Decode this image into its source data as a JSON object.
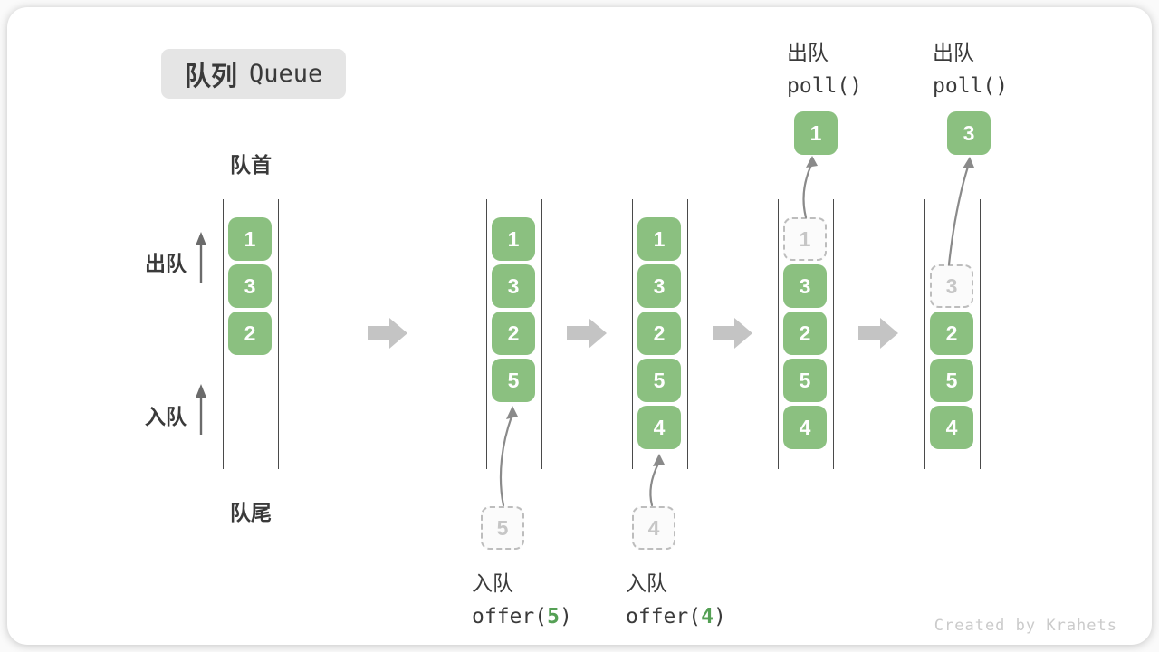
{
  "title": {
    "zh": "队列",
    "en": "Queue"
  },
  "labels": {
    "front": "队首",
    "rear": "队尾",
    "dequeue": "出队",
    "enqueue": "入队"
  },
  "colors": {
    "box_green": "#8bc080",
    "code_arg_green": "#55a055",
    "ghost_gray": "#bdbdbd",
    "line_gray": "#4a4a4a",
    "flow_arrow_gray": "#c4c4c4"
  },
  "states": [
    {
      "boxes": [
        "1",
        "3",
        "2"
      ]
    },
    {
      "boxes": [
        "1",
        "3",
        "2",
        "5"
      ],
      "pending": "5"
    },
    {
      "boxes": [
        "1",
        "3",
        "2",
        "5",
        "4"
      ],
      "pending": "4"
    },
    {
      "boxes": [
        "3",
        "2",
        "5",
        "4"
      ],
      "ghost": "1",
      "out": "1"
    },
    {
      "boxes": [
        "2",
        "5",
        "4"
      ],
      "ghost": "3",
      "out": "3"
    }
  ],
  "ops": {
    "enq1": {
      "label": "入队",
      "fn_open": "offer(",
      "arg": "5",
      "fn_close": ")"
    },
    "enq2": {
      "label": "入队",
      "fn_open": "offer(",
      "arg": "4",
      "fn_close": ")"
    },
    "deq1": {
      "label": "出队",
      "fn": "poll()"
    },
    "deq2": {
      "label": "出队",
      "fn": "poll()"
    }
  },
  "watermark": "Created by Krahets"
}
